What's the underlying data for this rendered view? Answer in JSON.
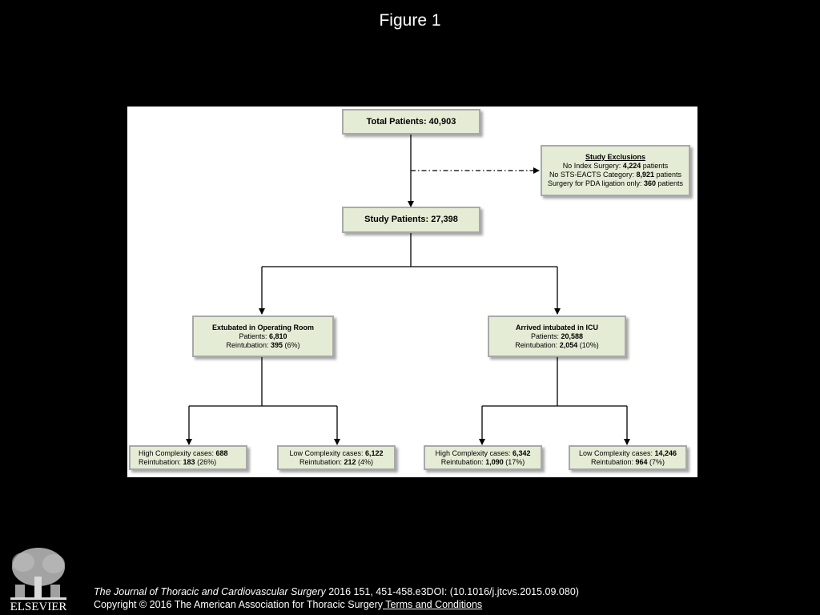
{
  "slide_title": "Figure 1",
  "flowchart": {
    "total": {
      "label": "Total Patients: 40,903"
    },
    "exclusions": {
      "heading": "Study Exclusions",
      "line1_text": "No Index Surgery: ",
      "line1_value": "4,224",
      "line1_unit": " patients",
      "line2_text": "No STS-EACTS Category: ",
      "line2_value": "8,921",
      "line2_unit": " patients",
      "line3_text": "Surgery for PDA ligation only: ",
      "line3_value": "360",
      "line3_unit": " patients"
    },
    "study": {
      "label": "Study Patients: 27,398"
    },
    "extubated": {
      "heading": "Extubated in Operating Room",
      "patients_text": "Patients: ",
      "patients_value": "6,810",
      "reintub_text": "Reintubation: ",
      "reintub_value": "395",
      "reintub_pct": " (6%)"
    },
    "intubated": {
      "heading": "Arrived intubated in ICU",
      "patients_text": "Patients: ",
      "patients_value": "20,588",
      "reintub_text": "Reintubation: ",
      "reintub_value": "2,054",
      "reintub_pct": " (10%)"
    },
    "or_high": {
      "cases_text": "High Complexity cases: ",
      "cases_value": "688",
      "reintub_text": "Reintubation: ",
      "reintub_value": "183",
      "reintub_pct": " (26%)"
    },
    "or_low": {
      "cases_text": "Low Complexity cases: ",
      "cases_value": "6,122",
      "reintub_text": "Reintubation: ",
      "reintub_value": "212",
      "reintub_pct": " (4%)"
    },
    "icu_high": {
      "cases_text": "High Complexity cases: ",
      "cases_value": "6,342",
      "reintub_text": "Reintubation: ",
      "reintub_value": "1,090",
      "reintub_pct": " (17%)"
    },
    "icu_low": {
      "cases_text": "Low Complexity cases: ",
      "cases_value": "14,246",
      "reintub_text": "Reintubation: ",
      "reintub_value": "964",
      "reintub_pct": " (7%)"
    }
  },
  "footer": {
    "logo_text": "ELSEVIER",
    "journal": "The Journal of Thoracic and Cardiovascular Surgery",
    "citation_rest": " 2016 151, 451-458.e3DOI: (10.1016/j.jtcvs.2015.09.080)",
    "copyright": "Copyright © 2016 The American Association for Thoracic Surgery",
    "terms_link": " Terms and Conditions"
  },
  "colors": {
    "box_fill": "#e5ecd5",
    "box_border": "#a9a9a9",
    "background": "#000000"
  }
}
